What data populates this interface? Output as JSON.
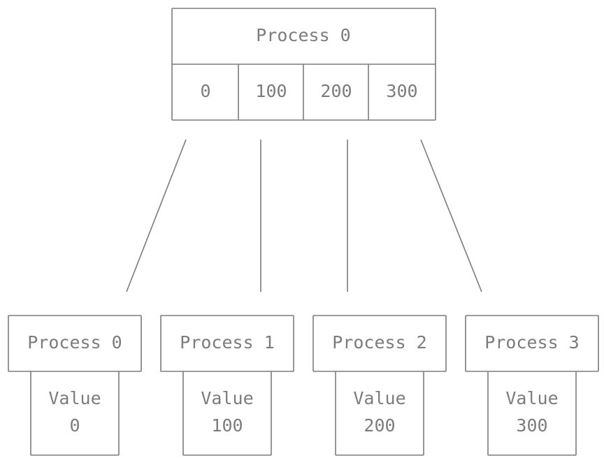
{
  "root": {
    "title": "Process 0",
    "values": [
      "0",
      "100",
      "200",
      "300"
    ]
  },
  "children": [
    {
      "title": "Process 0",
      "field_label": "Value",
      "value": "0"
    },
    {
      "title": "Process 1",
      "field_label": "Value",
      "value": "100"
    },
    {
      "title": "Process 2",
      "field_label": "Value",
      "value": "200"
    },
    {
      "title": "Process 3",
      "field_label": "Value",
      "value": "300"
    }
  ]
}
